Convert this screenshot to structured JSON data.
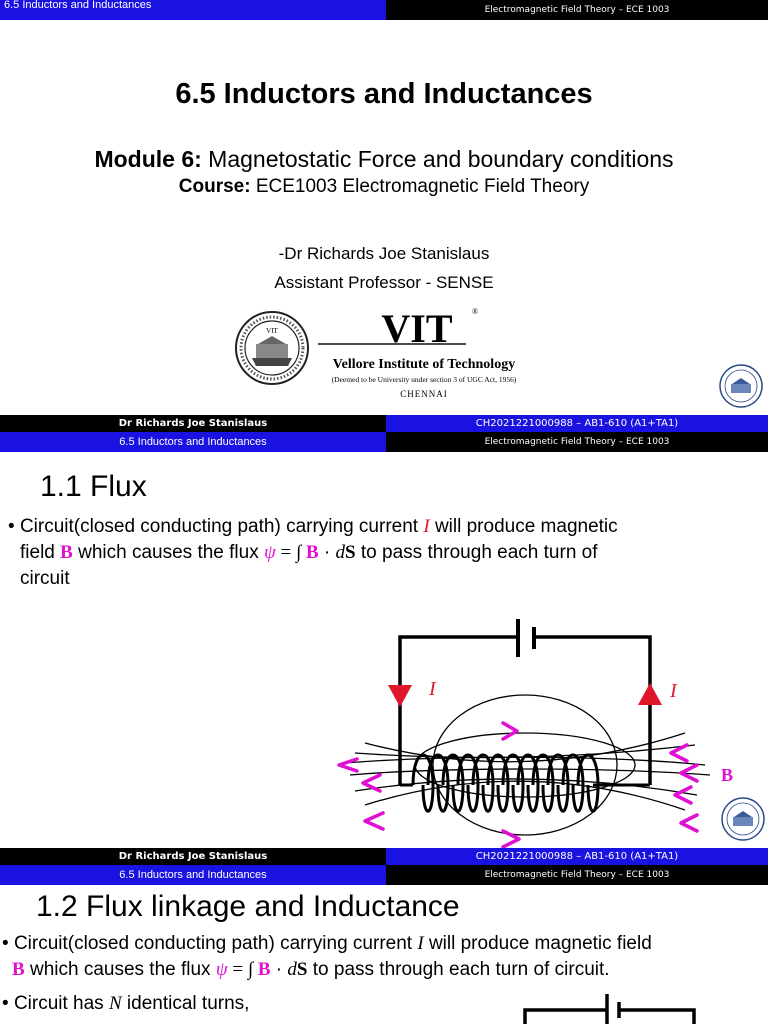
{
  "slide1": {
    "header_left": "6.5 Inductors and Inductances",
    "header_right": "Electromagnetic Field Theory – ECE 1003",
    "title": "6.5 Inductors and Inductances",
    "module_label": "Module 6:",
    "module_text": " Magnetostatic  Force and boundary conditions",
    "course_label": "Course:",
    "course_text": " ECE1003 Electromagnetic Field Theory",
    "author": "-Dr Richards Joe Stanislaus",
    "role": "Assistant Professor - SENSE",
    "logo": {
      "name": "VIT",
      "registered": "®",
      "full_name": "Vellore Institute of Technology",
      "deemed": "(Deemed to be University under section 3 of UGC Act, 1956)",
      "city": "CHENNAI",
      "seal_text": "VIT"
    }
  },
  "footer": {
    "left": "Dr Richards Joe Stanislaus",
    "right": "CH2021221000988 – AB1-610 (A1+TA1)"
  },
  "slide2": {
    "header_left": "6.5 Inductors and Inductances",
    "header_right": "Electromagnetic Field Theory – ECE 1003",
    "heading": "1.1 Flux",
    "bullet": {
      "t1": "Circuit(closed conducting path) carrying current ",
      "I": "I",
      "t2": " will produce magnetic",
      "t3": "field ",
      "B": "B",
      "t4": " which causes the flux ",
      "psi": "ψ",
      "eq": " = ∫ ",
      "B2": "B",
      "dot": " · ",
      "d": "d",
      "S": "S",
      "t5": "  to pass through each turn of",
      "t6": "circuit"
    },
    "diagram": {
      "label_I_left": "I",
      "label_I_right": "I",
      "label_B": "B"
    }
  },
  "slide3": {
    "header_left": "6.5 Inductors and Inductances",
    "header_right": "Electromagnetic Field Theory – ECE 1003",
    "heading": "1.2 Flux linkage and Inductance",
    "bullet1": {
      "t1": "Circuit(closed conducting path) carrying current ",
      "I": "I",
      "t2": " will produce magnetic field",
      "B": "B",
      "t3": " which causes the flux ",
      "psi": "ψ",
      "eq": " = ∫ ",
      "B2": "B",
      "dot": " · ",
      "d": "d",
      "S": "S",
      "t4": "  to pass through each turn of circuit."
    },
    "bullet2": {
      "t1": "Circuit has ",
      "N": "N",
      "t2": " identical turns,"
    }
  },
  "colors": {
    "header_blue": "#1a12e0",
    "bar_black": "#000000",
    "current_red": "#e0162b",
    "field_magenta": "#e10fd3"
  }
}
